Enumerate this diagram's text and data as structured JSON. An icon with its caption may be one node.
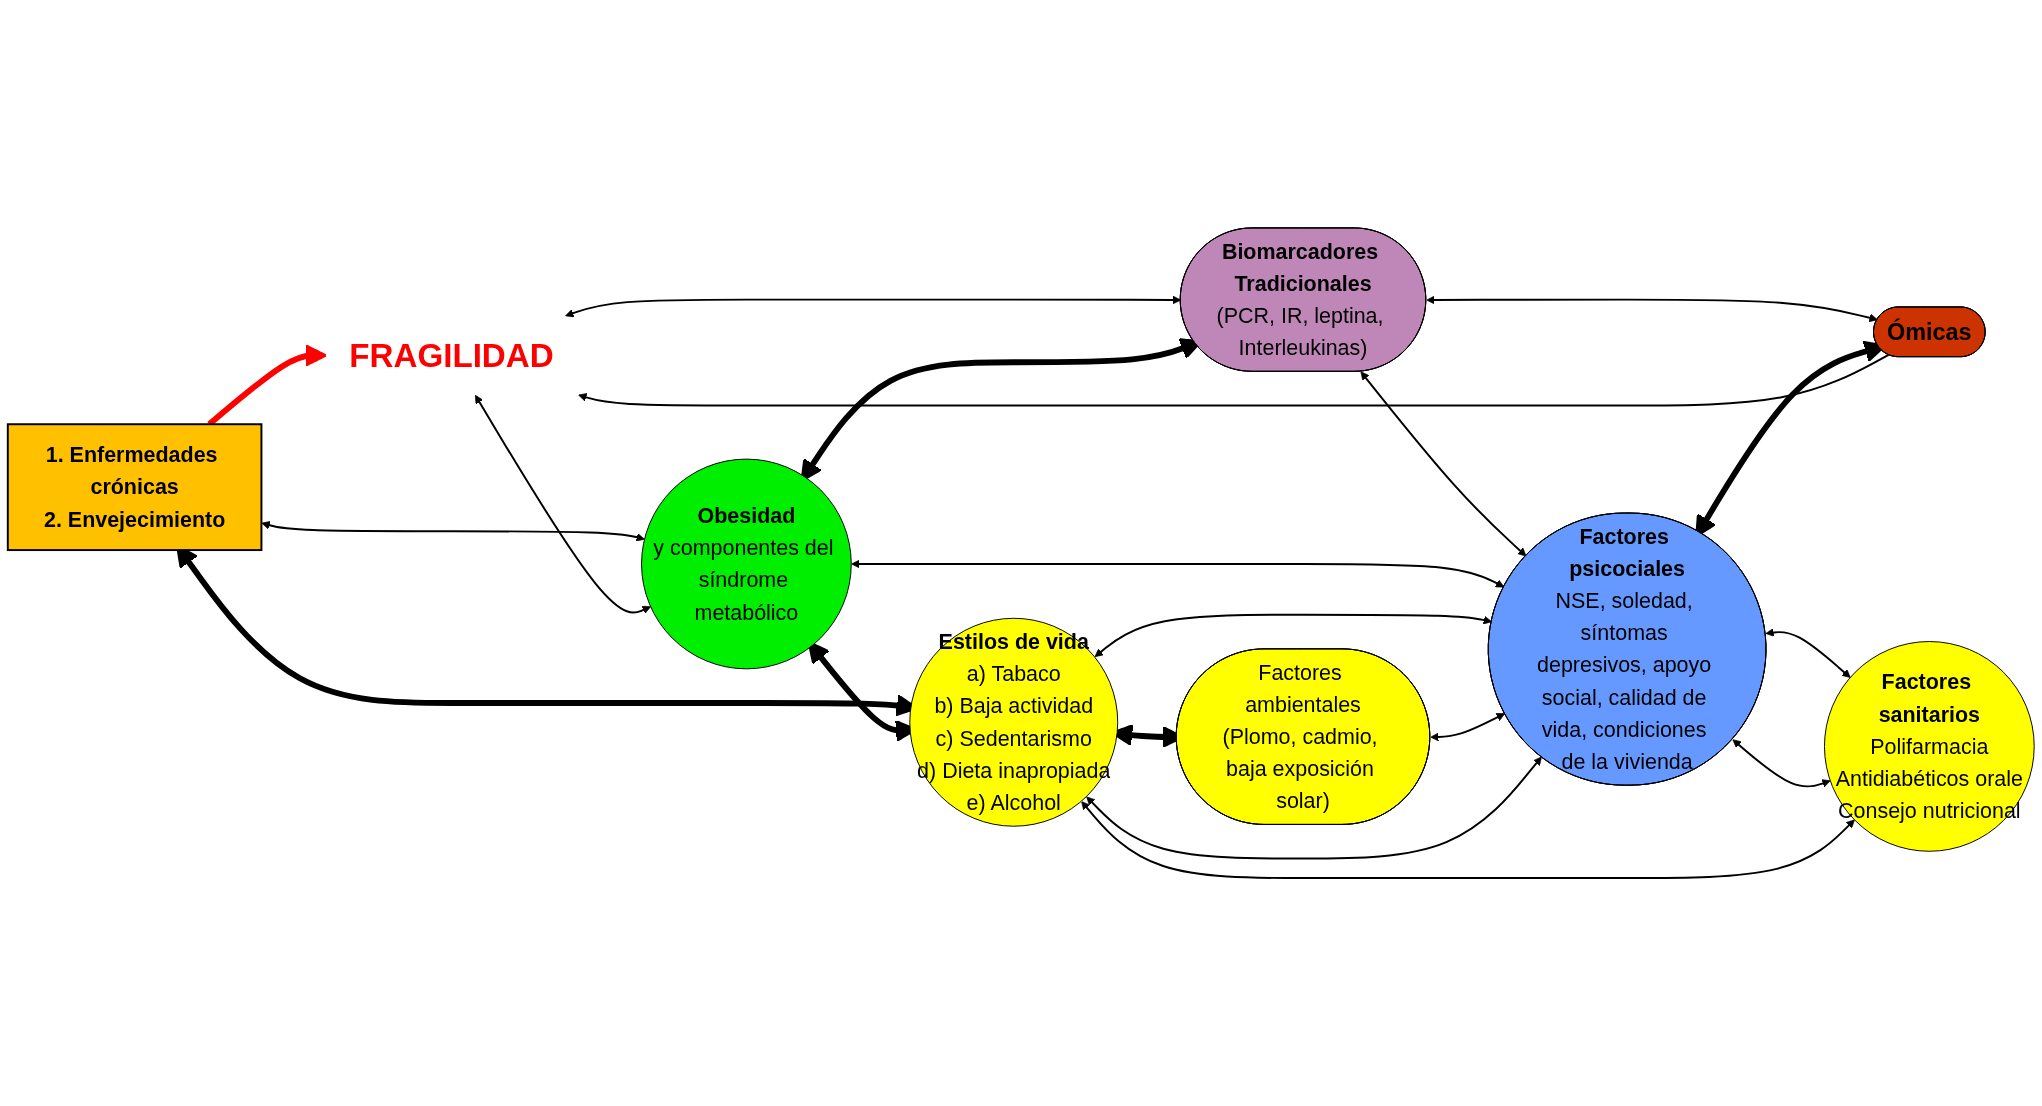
{
  "diagram": {
    "nodes": [
      {
        "text": [
          "1. Enfermedades crónicas",
          "2. Envejecimiento"
        ]
      },
      {
        "text": [
          "FRAGILIDAD"
        ]
      },
      {
        "text": [
          "Ómicas"
        ]
      },
      {
        "text": [
          "Obesidad",
          "y componentes del síndrome metabólico"
        ]
      },
      {
        "text": [
          "Biomarcadores Tradicionales",
          "(PCR, IR, leptina, Interleukinas)"
        ]
      },
      {
        "text": [
          "Factores psicociales",
          "NSE, soledad, síntomas depresivos, apoyo social, calidad de vida, condiciones de la vivienda"
        ]
      },
      {
        "text": [
          "Estilos de vida",
          "a) Tabaco",
          "b) Baja actividad",
          "c) Sedentarismo",
          "d) Dieta inapropiada",
          "e) Alcohol"
        ]
      },
      {
        "text": [
          "Factores sanitarios",
          "Polifarmacia",
          "Antidiabéticos orale",
          "Consejo nutricional"
        ]
      },
      {
        "text": [
          "Factores ambientales",
          "(Plomo, cadmio, baja exposición solar)"
        ]
      }
    ],
    "edges": [
      {
        "from": 0,
        "to": 1,
        "arrow": "to",
        "style": "thick",
        "color": "#ff0000"
      },
      {
        "from": 2,
        "to": 1,
        "arrow": "to"
      },
      {
        "from": 0,
        "to": 6,
        "arrow": "both",
        "style": "thick"
      },
      {
        "from": 0,
        "to": 3,
        "arrow": "both"
      },
      {
        "from": 1,
        "to": 3,
        "arrow": "both"
      },
      {
        "from": 1,
        "to": 4,
        "arrow": "both"
      },
      {
        "from": 4,
        "to": 2,
        "arrow": "both"
      },
      {
        "from": 3,
        "to": 4,
        "arrow": "both",
        "style": "thick"
      },
      {
        "from": 4,
        "to": 5,
        "arrow": "both"
      },
      {
        "from": 5,
        "to": 2,
        "arrow": "both",
        "style": "thick"
      },
      {
        "from": 3,
        "to": 6,
        "arrow": "both",
        "style": "thick"
      },
      {
        "from": 3,
        "to": 5,
        "arrow": "both"
      },
      {
        "from": 6,
        "to": 5,
        "arrow": "both"
      },
      {
        "from": 5,
        "to": 7,
        "arrow": "both"
      },
      {
        "from": 6,
        "to": 8,
        "arrow": "both",
        "style": "thick"
      },
      {
        "from": 8,
        "to": 5,
        "arrow": "both"
      },
      {
        "from": 6,
        "to": 5,
        "arrow": "both"
      },
      {
        "from": 5,
        "to": 7,
        "arrow": "both"
      },
      {
        "from": 6,
        "to": 7,
        "arrow": "both"
      }
    ]
  }
}
